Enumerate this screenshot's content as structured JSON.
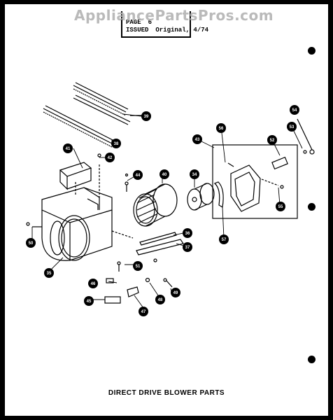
{
  "watermark": "AppliancePartsPros.com",
  "header": {
    "rows": [
      {
        "key": "PAGE",
        "value": "6"
      },
      {
        "key": "ISSUED",
        "value": "Original, 4/74"
      }
    ]
  },
  "caption": "DIRECT DRIVE BLOWER PARTS",
  "callouts": [
    "34",
    "35",
    "36",
    "37",
    "38",
    "39",
    "40",
    "41",
    "42",
    "43",
    "44",
    "45",
    "46",
    "47",
    "48",
    "49",
    "50",
    "51",
    "52",
    "53",
    "54",
    "55",
    "56",
    "57"
  ]
}
